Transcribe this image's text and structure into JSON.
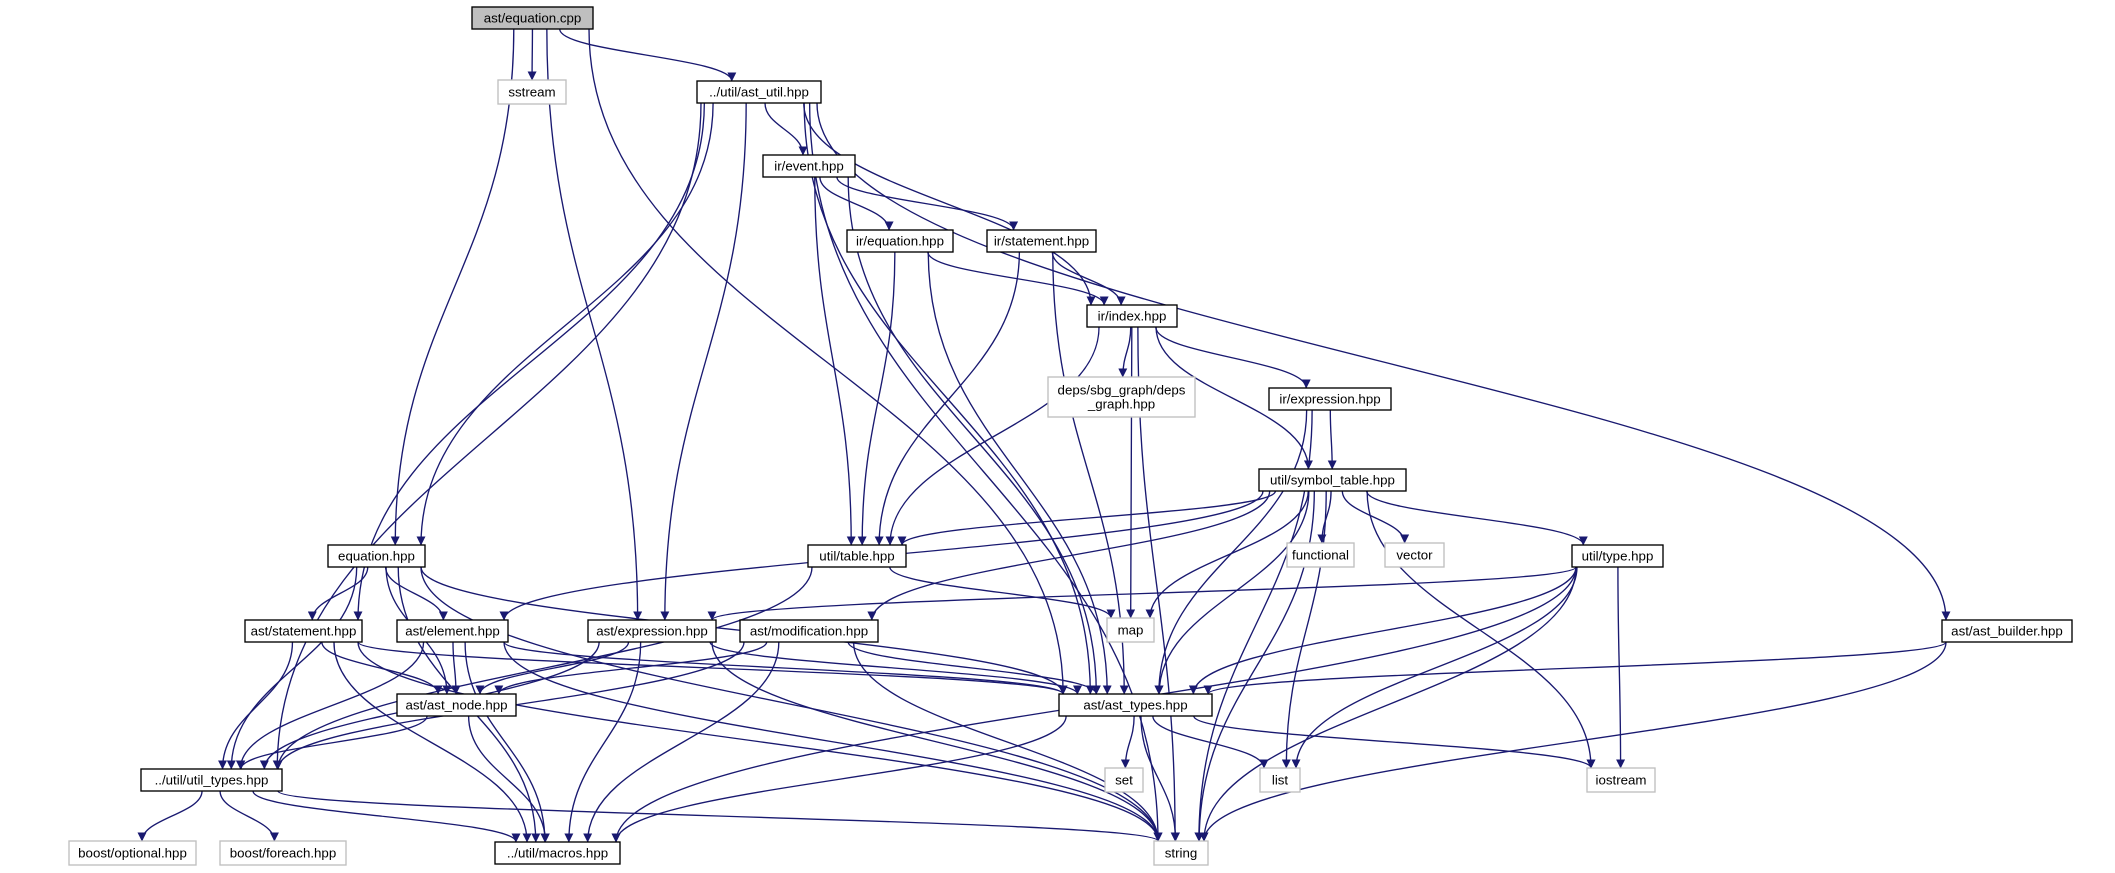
{
  "graph": {
    "colors": {
      "edge": "#191970",
      "root_fill": "#bfbfbf",
      "external_border": "#bfbfbf",
      "project_border": "#000000"
    },
    "nodes": [
      {
        "id": "root",
        "label": "ast/equation.cpp",
        "kind": "root"
      },
      {
        "id": "sstream",
        "label": "sstream",
        "kind": "external"
      },
      {
        "id": "ast_util",
        "label": "../util/ast_util.hpp",
        "kind": "project"
      },
      {
        "id": "ir_event",
        "label": "ir/event.hpp",
        "kind": "project"
      },
      {
        "id": "ir_equation",
        "label": "ir/equation.hpp",
        "kind": "project"
      },
      {
        "id": "ir_statement",
        "label": "ir/statement.hpp",
        "kind": "project"
      },
      {
        "id": "ir_index",
        "label": "ir/index.hpp",
        "kind": "project"
      },
      {
        "id": "deps_graph",
        "label": "deps/sbg_graph/deps\n_graph.hpp",
        "kind": "external"
      },
      {
        "id": "ir_expression",
        "label": "ir/expression.hpp",
        "kind": "project"
      },
      {
        "id": "symbol_table",
        "label": "util/symbol_table.hpp",
        "kind": "project"
      },
      {
        "id": "equation_hpp",
        "label": "equation.hpp",
        "kind": "project"
      },
      {
        "id": "util_table",
        "label": "util/table.hpp",
        "kind": "project"
      },
      {
        "id": "functional",
        "label": "functional",
        "kind": "external"
      },
      {
        "id": "vector",
        "label": "vector",
        "kind": "external"
      },
      {
        "id": "util_type",
        "label": "util/type.hpp",
        "kind": "project"
      },
      {
        "id": "ast_statement",
        "label": "ast/statement.hpp",
        "kind": "project"
      },
      {
        "id": "ast_element",
        "label": "ast/element.hpp",
        "kind": "project"
      },
      {
        "id": "ast_expression",
        "label": "ast/expression.hpp",
        "kind": "project"
      },
      {
        "id": "ast_modification",
        "label": "ast/modification.hpp",
        "kind": "project"
      },
      {
        "id": "map",
        "label": "map",
        "kind": "external"
      },
      {
        "id": "ast_builder",
        "label": "ast/ast_builder.hpp",
        "kind": "project"
      },
      {
        "id": "ast_node",
        "label": "ast/ast_node.hpp",
        "kind": "project"
      },
      {
        "id": "ast_types",
        "label": "ast/ast_types.hpp",
        "kind": "project"
      },
      {
        "id": "util_types",
        "label": "../util/util_types.hpp",
        "kind": "project"
      },
      {
        "id": "set",
        "label": "set",
        "kind": "external"
      },
      {
        "id": "list",
        "label": "list",
        "kind": "external"
      },
      {
        "id": "iostream",
        "label": "iostream",
        "kind": "external"
      },
      {
        "id": "boost_optional",
        "label": "boost/optional.hpp",
        "kind": "external"
      },
      {
        "id": "boost_foreach",
        "label": "boost/foreach.hpp",
        "kind": "external"
      },
      {
        "id": "macros",
        "label": "../util/macros.hpp",
        "kind": "project"
      },
      {
        "id": "string",
        "label": "string",
        "kind": "external"
      }
    ],
    "edges": [
      [
        "root",
        "sstream"
      ],
      [
        "root",
        "ast_util"
      ],
      [
        "root",
        "equation_hpp"
      ],
      [
        "root",
        "ast_expression"
      ],
      [
        "root",
        "ast_types"
      ],
      [
        "ast_util",
        "util_types"
      ],
      [
        "ast_util",
        "equation_hpp"
      ],
      [
        "ast_util",
        "ast_statement"
      ],
      [
        "ast_util",
        "ast_expression"
      ],
      [
        "ast_util",
        "ir_event"
      ],
      [
        "ast_util",
        "ir_index"
      ],
      [
        "ast_util",
        "ast_types"
      ],
      [
        "ast_util",
        "ast_builder"
      ],
      [
        "ast_util",
        "string"
      ],
      [
        "ir_event",
        "ir_equation"
      ],
      [
        "ir_event",
        "ir_statement"
      ],
      [
        "ir_event",
        "util_table"
      ],
      [
        "ir_event",
        "ast_types"
      ],
      [
        "ir_equation",
        "ir_index"
      ],
      [
        "ir_equation",
        "util_table"
      ],
      [
        "ir_equation",
        "ast_types"
      ],
      [
        "ir_statement",
        "ir_index"
      ],
      [
        "ir_statement",
        "util_table"
      ],
      [
        "ir_statement",
        "ast_types"
      ],
      [
        "ir_index",
        "deps_graph"
      ],
      [
        "ir_index",
        "ir_expression"
      ],
      [
        "ir_index",
        "symbol_table"
      ],
      [
        "ir_index",
        "util_table"
      ],
      [
        "ir_index",
        "map"
      ],
      [
        "ir_index",
        "string"
      ],
      [
        "ir_expression",
        "symbol_table"
      ],
      [
        "ir_expression",
        "ast_types"
      ],
      [
        "ir_expression",
        "string"
      ],
      [
        "symbol_table",
        "util_table"
      ],
      [
        "symbol_table",
        "functional"
      ],
      [
        "symbol_table",
        "vector"
      ],
      [
        "symbol_table",
        "util_type"
      ],
      [
        "symbol_table",
        "ast_element"
      ],
      [
        "symbol_table",
        "ast_modification"
      ],
      [
        "symbol_table",
        "map"
      ],
      [
        "symbol_table",
        "ast_types"
      ],
      [
        "symbol_table",
        "list"
      ],
      [
        "symbol_table",
        "iostream"
      ],
      [
        "symbol_table",
        "string"
      ],
      [
        "util_table",
        "map"
      ],
      [
        "util_table",
        "util_types"
      ],
      [
        "util_type",
        "ast_expression"
      ],
      [
        "util_type",
        "ast_types"
      ],
      [
        "util_type",
        "list"
      ],
      [
        "util_type",
        "iostream"
      ],
      [
        "util_type",
        "string"
      ],
      [
        "util_type",
        "macros"
      ],
      [
        "equation_hpp",
        "ast_statement"
      ],
      [
        "equation_hpp",
        "ast_element"
      ],
      [
        "equation_hpp",
        "ast_node"
      ],
      [
        "equation_hpp",
        "util_types"
      ],
      [
        "equation_hpp",
        "macros"
      ],
      [
        "equation_hpp",
        "ast_types"
      ],
      [
        "equation_hpp",
        "string"
      ],
      [
        "ast_statement",
        "ast_node"
      ],
      [
        "ast_statement",
        "util_types"
      ],
      [
        "ast_statement",
        "ast_types"
      ],
      [
        "ast_statement",
        "macros"
      ],
      [
        "ast_statement",
        "string"
      ],
      [
        "ast_element",
        "ast_node"
      ],
      [
        "ast_element",
        "util_types"
      ],
      [
        "ast_element",
        "macros"
      ],
      [
        "ast_element",
        "ast_types"
      ],
      [
        "ast_element",
        "string"
      ],
      [
        "ast_expression",
        "ast_node"
      ],
      [
        "ast_expression",
        "util_types"
      ],
      [
        "ast_expression",
        "macros"
      ],
      [
        "ast_expression",
        "ast_types"
      ],
      [
        "ast_expression",
        "string"
      ],
      [
        "ast_modification",
        "ast_node"
      ],
      [
        "ast_modification",
        "util_types"
      ],
      [
        "ast_modification",
        "macros"
      ],
      [
        "ast_modification",
        "ast_types"
      ],
      [
        "ast_modification",
        "string"
      ],
      [
        "ast_builder",
        "ast_types"
      ],
      [
        "ast_builder",
        "string"
      ],
      [
        "ast_node",
        "util_types"
      ],
      [
        "ast_node",
        "macros"
      ],
      [
        "ast_types",
        "set"
      ],
      [
        "ast_types",
        "list"
      ],
      [
        "ast_types",
        "iostream"
      ],
      [
        "ast_types",
        "string"
      ],
      [
        "ast_types",
        "macros"
      ],
      [
        "util_types",
        "boost_optional"
      ],
      [
        "util_types",
        "boost_foreach"
      ],
      [
        "util_types",
        "macros"
      ],
      [
        "util_types",
        "string"
      ]
    ]
  }
}
